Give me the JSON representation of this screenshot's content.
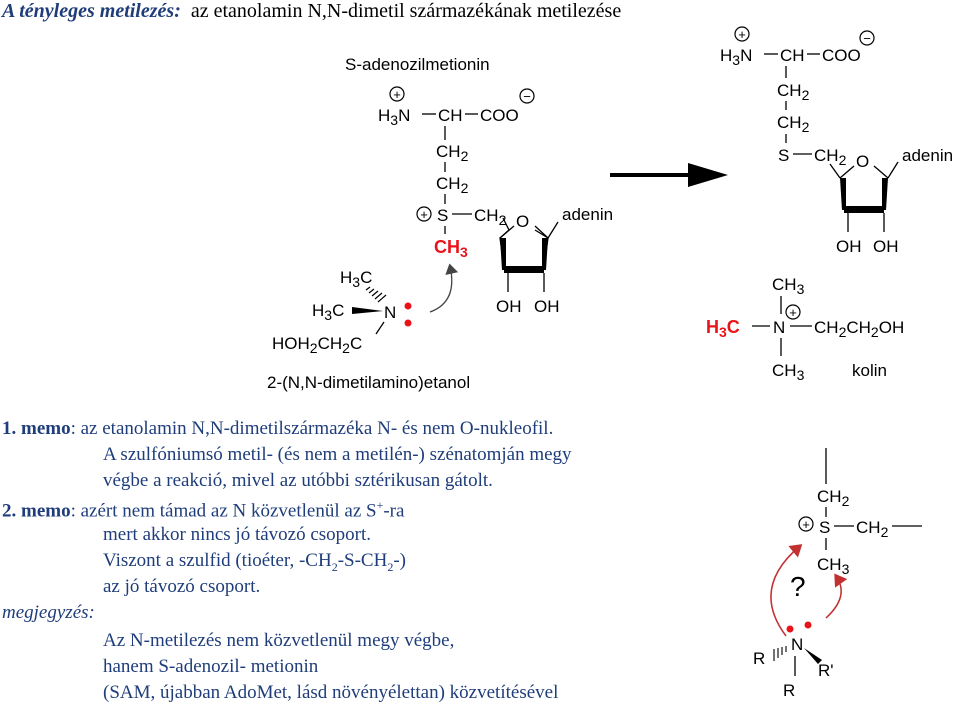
{
  "title": {
    "heading": "A tényleges metilezés",
    "colon": ":",
    "rest": "  az etanolamin N,N-dimetil származékának metilezése"
  },
  "sam": {
    "name": "S-adenozilmetionin",
    "h3n": "H",
    "h3n_sub": "3",
    "h3n_n": "N",
    "ch": "CH",
    "coo": "COO",
    "ch2a": "CH",
    "ch2a_sub": "2",
    "ch2b": "CH",
    "ch2b_sub": "2",
    "s": "S",
    "ch2c": "CH",
    "ch2c_sub": "2",
    "o": "O",
    "adenin": "adenin",
    "ch3": "CH",
    "ch3_sub": "3",
    "oh1": "OH",
    "oh2": "OH",
    "plus": "+",
    "minus": "−"
  },
  "dmae": {
    "h3c_top": "H",
    "h3c_top_sub": "3",
    "h3c_top_c": "C",
    "h3c_mid": "H",
    "h3c_mid_sub": "3",
    "h3c_mid_c": "C",
    "n": "N",
    "hoh": "HOH",
    "hoh_sub1": "2",
    "ch": "CH",
    "ch_sub": "2",
    "c": "C",
    "name": "2-(N,N-dimetilamino)etanol"
  },
  "sah": {
    "h3n": "H",
    "h3n_sub": "3",
    "h3n_n": "N",
    "ch": "CH",
    "coo": "COO",
    "ch2a": "CH",
    "ch2a_sub": "2",
    "ch2b": "CH",
    "ch2b_sub": "2",
    "s": "S",
    "ch2c": "CH",
    "ch2c_sub": "2",
    "o": "O",
    "adenin": "adenin",
    "oh1": "OH",
    "oh2": "OH"
  },
  "choline": {
    "ch3_top": "CH",
    "ch3_top_sub": "3",
    "h3c": "H",
    "h3c_sub": "3",
    "h3c_c": "C",
    "n": "N",
    "chain": "CH",
    "chain_sub1": "2",
    "chain_mid": "CH",
    "chain_sub2": "2",
    "oh": "OH",
    "ch3_bot": "CH",
    "ch3_bot_sub": "3",
    "name": "kolin"
  },
  "notes": {
    "memo1_label": "1. memo",
    "memo1_text": ": az etanolamin N,N-dimetilszármazéka N- és nem O-nukleofil.",
    "memo1_l2": "A szulfóniumsó metil- (és nem a metilén-) szénatomján megy",
    "memo1_l3": "végbe a reakció, mivel az utóbbi sztérikusan gátolt.",
    "memo2_label": "2. memo",
    "memo2_text": ": azért nem támad az N közvetlenül az S",
    "memo2_sup": "+",
    "memo2_tail": "-ra",
    "memo2_l2": "mert akkor nincs jó távozó csoport.",
    "memo2_l3a": "Viszont a szulfid (tioéter, -CH",
    "memo2_l3s1": "2",
    "memo2_l3b": "-S-CH",
    "memo2_l3s2": "2",
    "memo2_l3c": "-)",
    "memo2_l4": "az jó távozó csoport.",
    "megj_label": "megjegyzés:",
    "megj_l1": "Az N-metilezés nem közvetlenül megy végbe,",
    "megj_l2": "hanem S-adenozil- metionin",
    "megj_l3": "(SAM, újabban AdoMet, lásd növényélettan) közvetítésével"
  },
  "mechanism": {
    "ch2_top": "CH",
    "ch2_top_sub": "2",
    "s": "S",
    "ch2_right": "CH",
    "ch2_right_sub": "2",
    "ch3": "CH",
    "ch3_sub": "3",
    "question": "?",
    "n": "N",
    "r1": "R",
    "r2": "R'",
    "r3": "R"
  },
  "colors": {
    "accent_red": "#e8141a",
    "arrow_red": "#c23030",
    "note_blue": "#1f3d7a"
  }
}
